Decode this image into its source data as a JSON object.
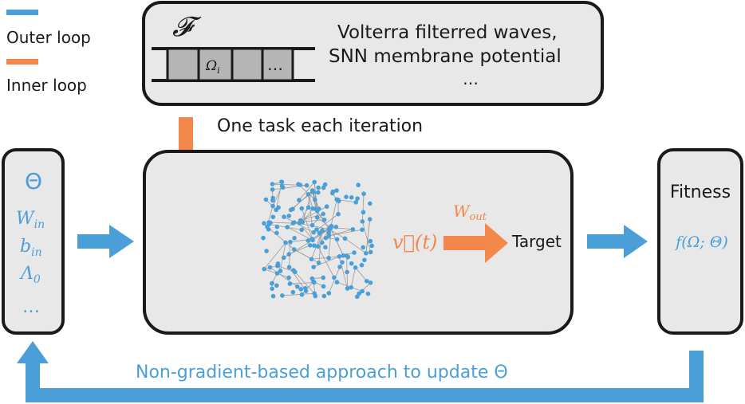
{
  "colors": {
    "outer": "#4a9fd8",
    "inner": "#f4874b",
    "box_fill": "#e8e8e8",
    "box_stroke": "#1a1a1a",
    "node": "#4a9fd8",
    "edge": "#9a9a9a"
  },
  "legend": {
    "outer_label": "Outer loop",
    "inner_label": "Inner loop"
  },
  "task_box": {
    "symbol": "𝓕",
    "queue_cell_label": "Ω",
    "queue_cell_sub": "i",
    "queue_ellipsis": "…",
    "line1": "Volterra filterred waves,",
    "line2": "SNN membrane potential",
    "line3": "…"
  },
  "task_caption": "One task each iteration",
  "params": {
    "theta": "Θ",
    "w_in": "W",
    "w_in_sub": "in",
    "b_in": "b",
    "b_in_sub": "in",
    "lambda0": "Λ",
    "lambda0_sub": "0",
    "ellipsis": "…"
  },
  "reservoir": {
    "state": "v⃗(t)",
    "w_out": "W",
    "w_out_sub": "out",
    "target": "Target"
  },
  "fitness": {
    "title": "Fitness",
    "formula": "f(Ω; Θ)"
  },
  "feedback_caption": "Non-gradient-based approach to update Θ"
}
